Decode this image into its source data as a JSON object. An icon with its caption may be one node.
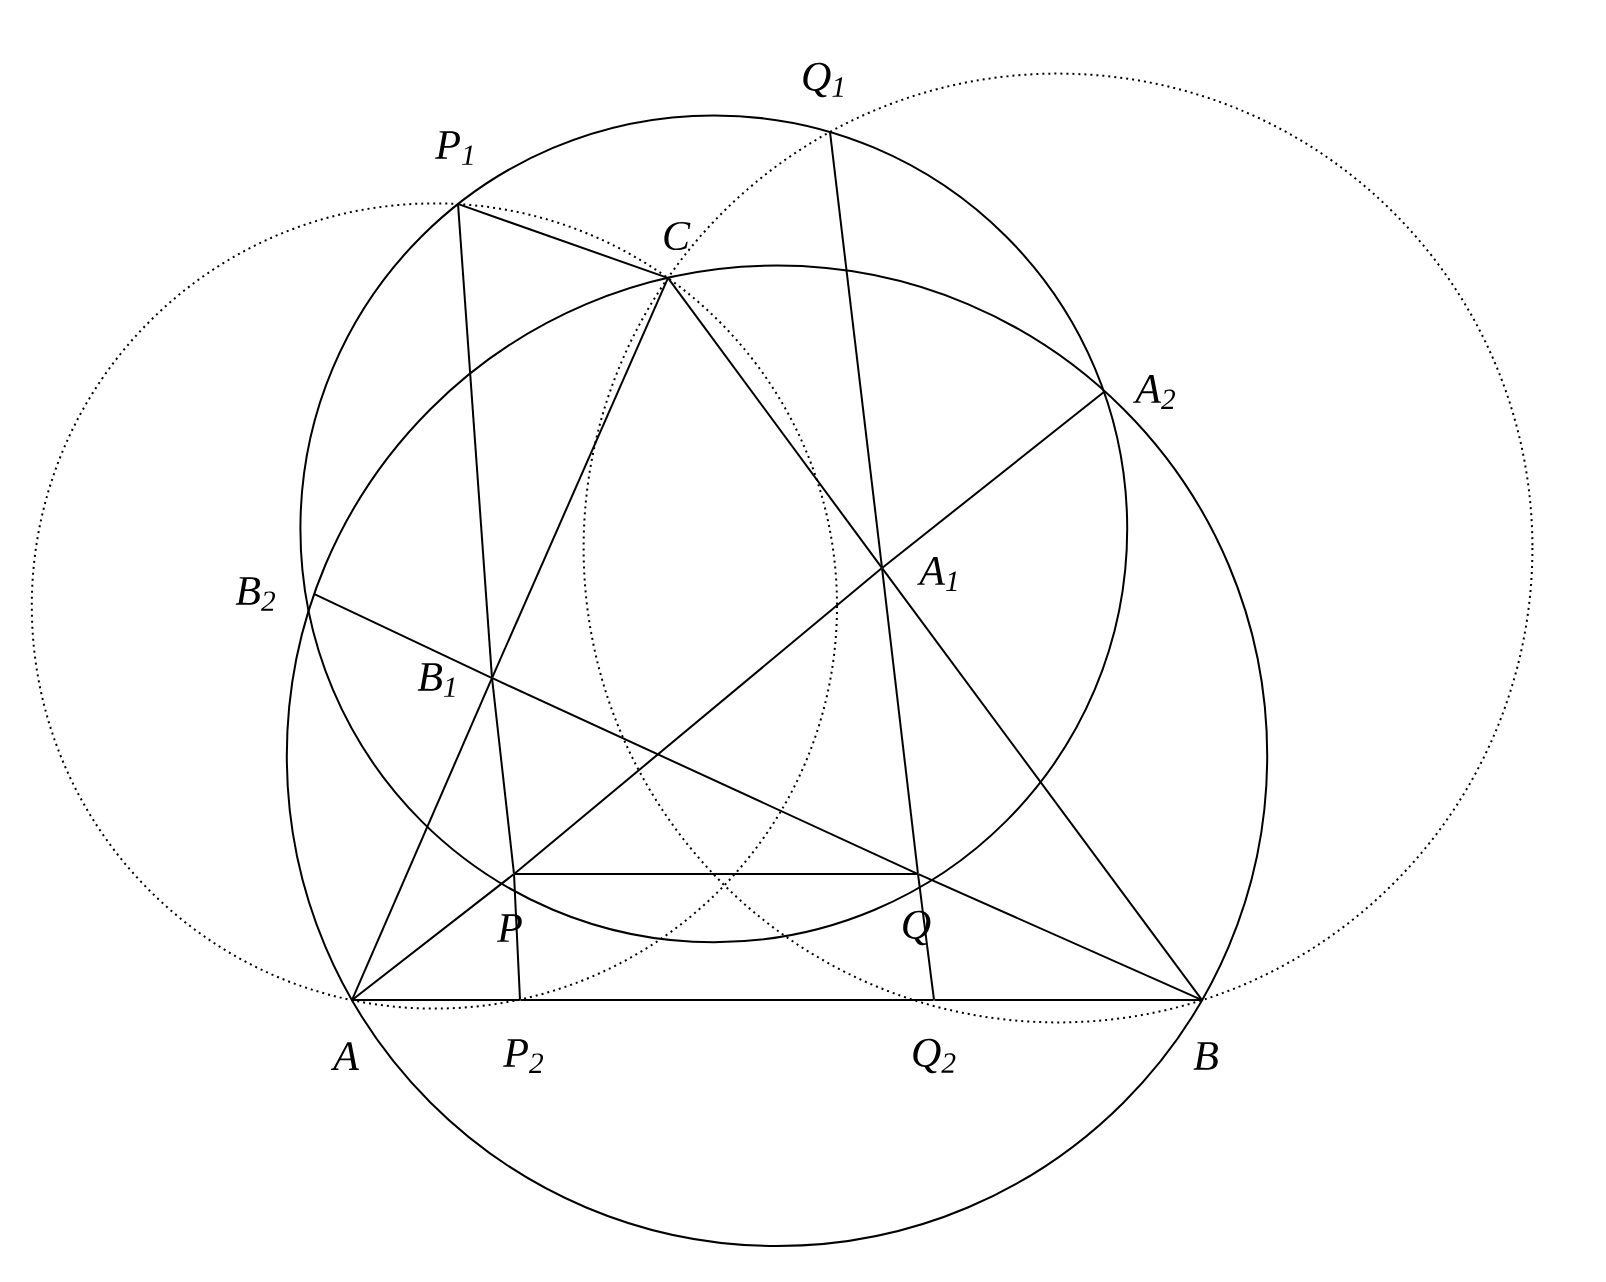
{
  "diagram": {
    "nodes": [
      {
        "text": [
          "P$_{1}$"
        ]
      },
      {
        "text": [
          "Q$_{1}$"
        ]
      },
      {
        "text": [
          "C"
        ]
      },
      {
        "text": [
          "A$_{2}$"
        ]
      },
      {
        "text": [
          "B$_{2}$"
        ]
      },
      {
        "text": [
          "A$_{1}$"
        ]
      },
      {
        "text": [
          "B$_{1}$"
        ]
      },
      {
        "text": [
          "P"
        ]
      },
      {
        "text": [
          "Q"
        ]
      },
      {
        "text": [
          "A"
        ]
      },
      {
        "text": [
          "P$_{2}$"
        ]
      },
      {
        "text": [
          "Q$_{2}$"
        ]
      },
      {
        "text": [
          "B"
        ]
      }
    ],
    "edges": [
      {
        "from": 9,
        "to": 10,
        "arrow": "none"
      },
      {
        "from": 10,
        "to": 11,
        "arrow": "none"
      },
      {
        "from": 11,
        "to": 12,
        "arrow": "none"
      },
      {
        "from": 9,
        "to": 6,
        "arrow": "none"
      },
      {
        "from": 6,
        "to": 2,
        "arrow": "none"
      },
      {
        "from": 2,
        "to": 5,
        "arrow": "none"
      },
      {
        "from": 5,
        "to": 12,
        "arrow": "none"
      },
      {
        "from": 7,
        "to": 8,
        "arrow": "none"
      },
      {
        "from": 0,
        "to": 6,
        "arrow": "none"
      },
      {
        "from": 6,
        "to": 7,
        "arrow": "none"
      },
      {
        "from": 7,
        "to": 10,
        "arrow": "none"
      },
      {
        "from": 1,
        "to": 5,
        "arrow": "none"
      },
      {
        "from": 5,
        "to": 8,
        "arrow": "none"
      },
      {
        "from": 8,
        "to": 11,
        "arrow": "none"
      },
      {
        "from": 0,
        "to": 2,
        "arrow": "none"
      },
      {
        "from": 9,
        "to": 7,
        "arrow": "none"
      },
      {
        "from": 7,
        "to": 5,
        "arrow": "none"
      },
      {
        "from": 5,
        "to": 3,
        "arrow": "none"
      },
      {
        "from": 12,
        "to": 8,
        "arrow": "none"
      },
      {
        "from": 8,
        "to": 6,
        "arrow": "none"
      },
      {
        "from": 6,
        "to": 4,
        "arrow": "none"
      }
    ]
  }
}
